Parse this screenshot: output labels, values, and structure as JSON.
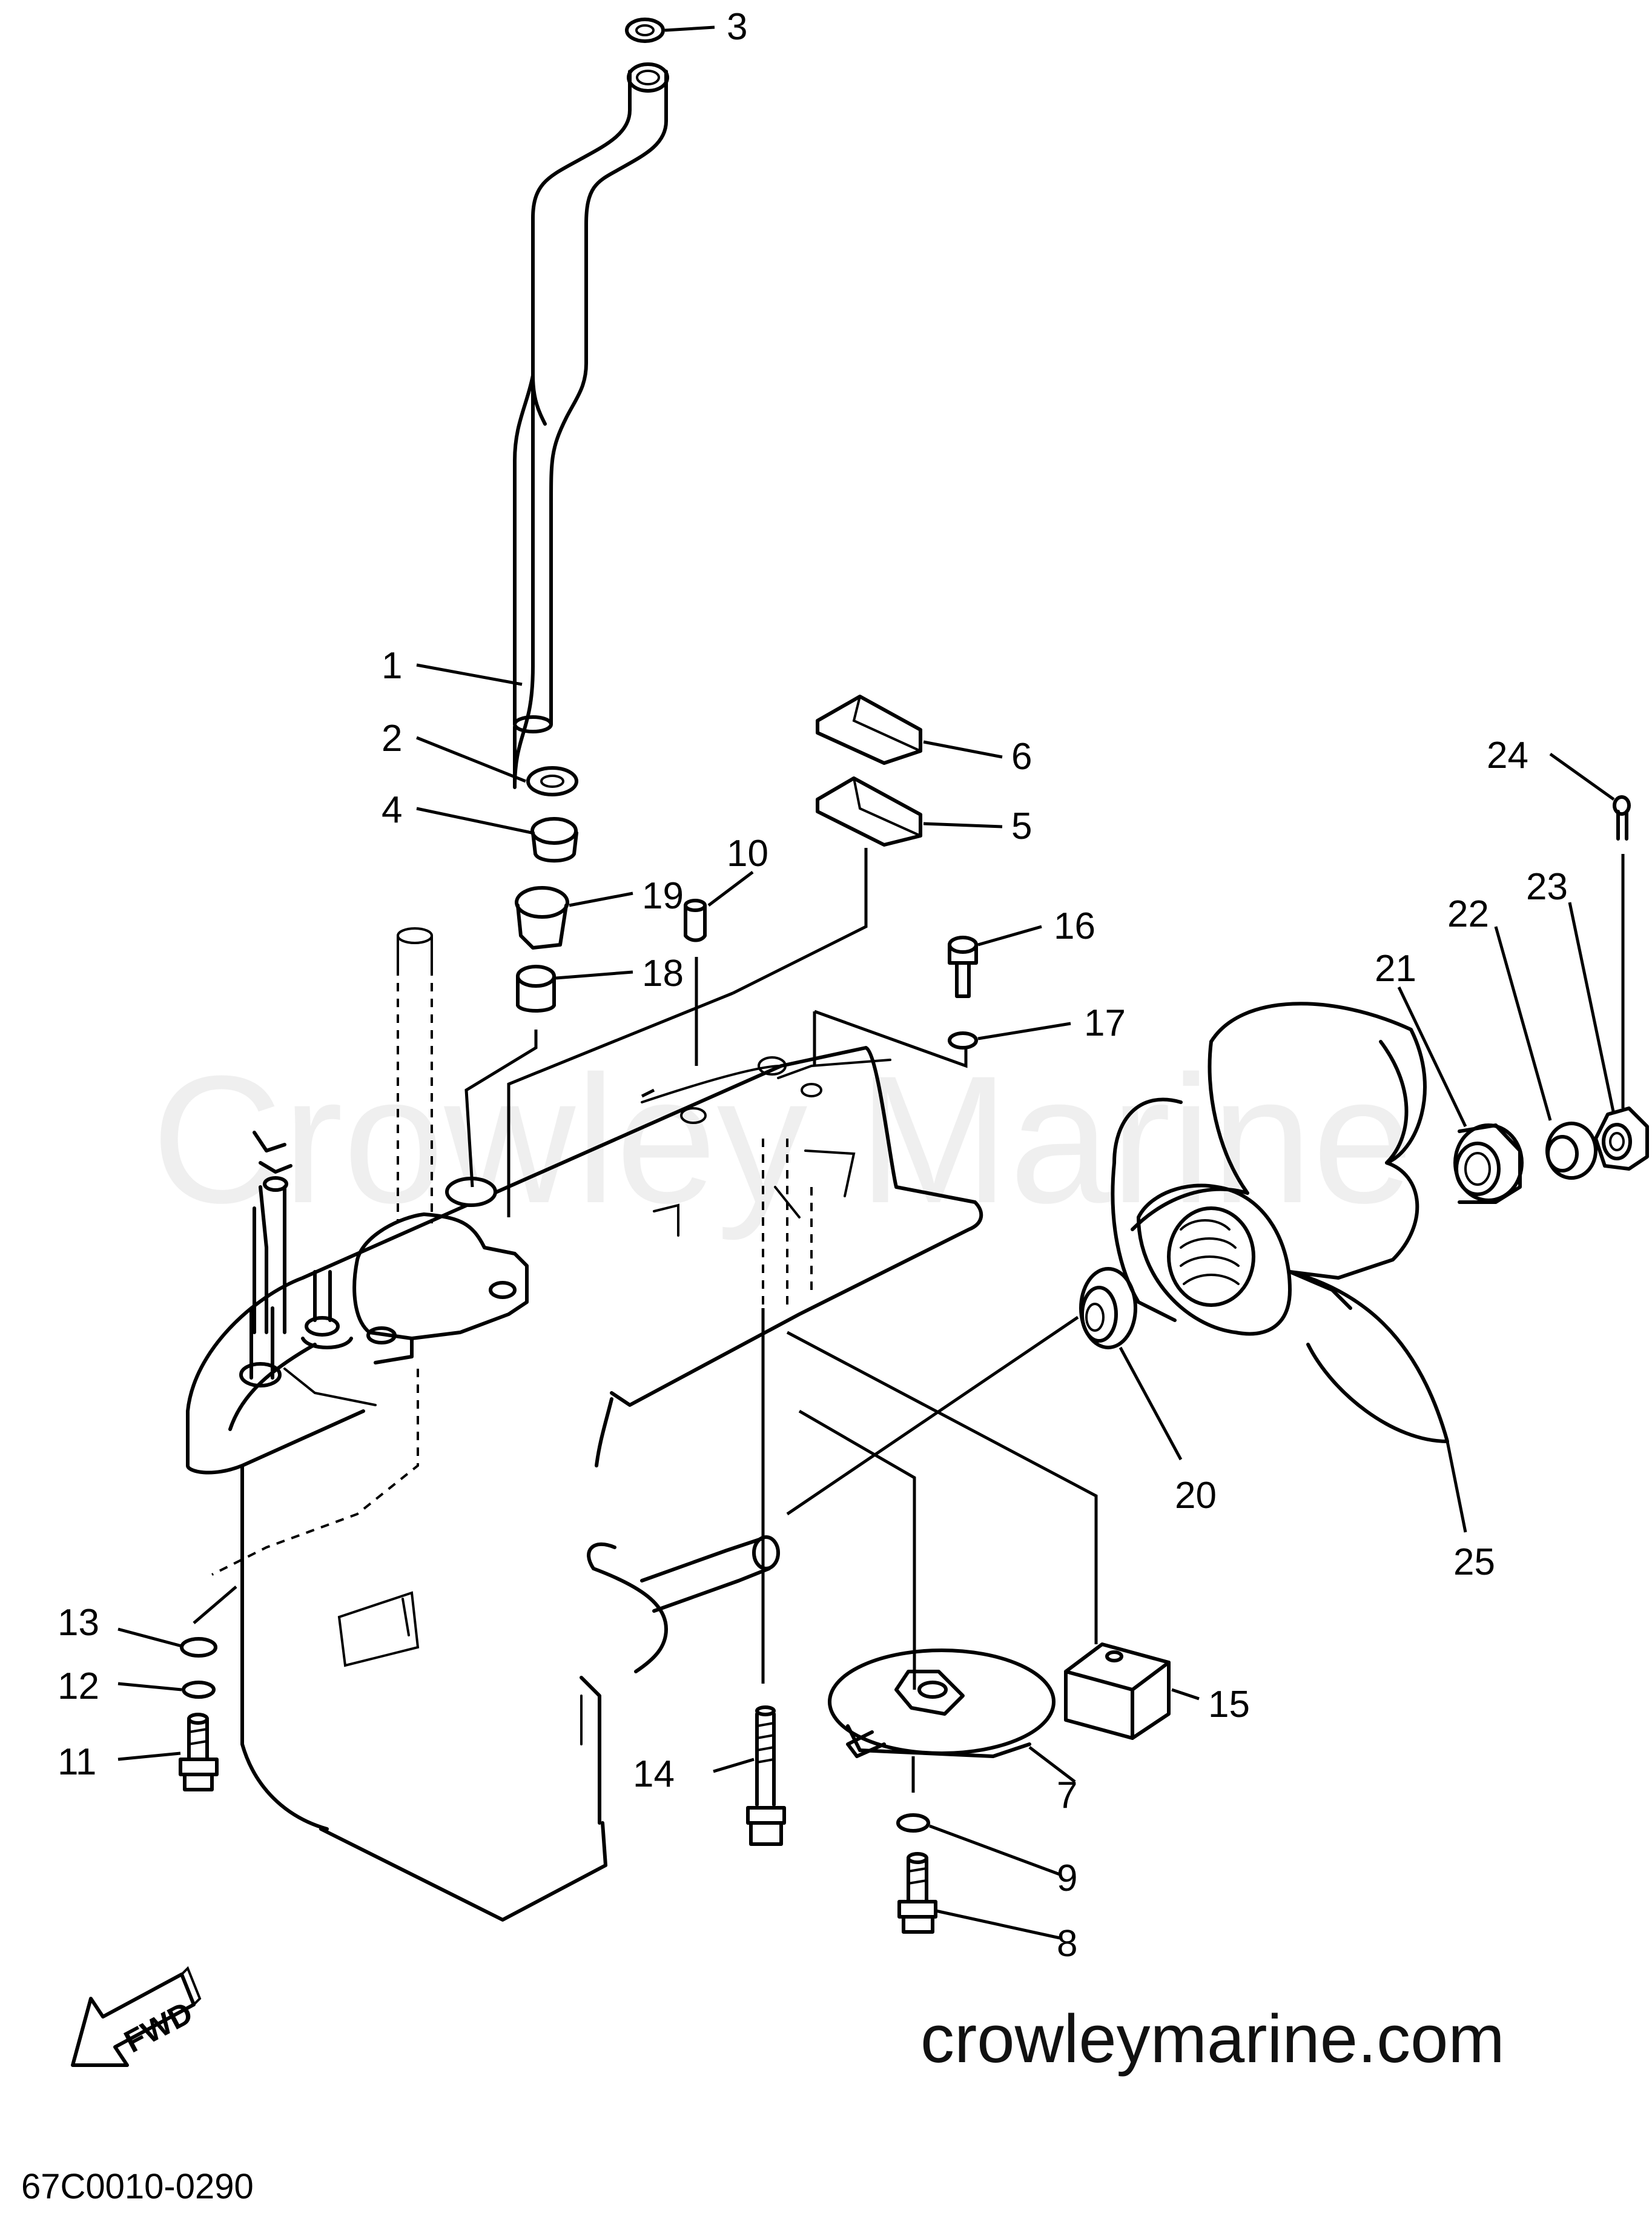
{
  "callouts": [
    {
      "id": "1",
      "label": "1"
    },
    {
      "id": "2",
      "label": "2"
    },
    {
      "id": "3",
      "label": "3"
    },
    {
      "id": "4",
      "label": "4"
    },
    {
      "id": "5",
      "label": "5"
    },
    {
      "id": "6",
      "label": "6"
    },
    {
      "id": "7",
      "label": "7"
    },
    {
      "id": "8",
      "label": "8"
    },
    {
      "id": "9",
      "label": "9"
    },
    {
      "id": "10",
      "label": "10"
    },
    {
      "id": "11",
      "label": "11"
    },
    {
      "id": "12",
      "label": "12"
    },
    {
      "id": "13",
      "label": "13"
    },
    {
      "id": "14",
      "label": "14"
    },
    {
      "id": "15",
      "label": "15"
    },
    {
      "id": "16",
      "label": "16"
    },
    {
      "id": "17",
      "label": "17"
    },
    {
      "id": "18",
      "label": "18"
    },
    {
      "id": "19",
      "label": "19"
    },
    {
      "id": "20",
      "label": "20"
    },
    {
      "id": "21",
      "label": "21"
    },
    {
      "id": "22",
      "label": "22"
    },
    {
      "id": "23",
      "label": "23"
    },
    {
      "id": "24",
      "label": "24"
    },
    {
      "id": "25",
      "label": "25"
    }
  ],
  "watermark": "Crowley Marine",
  "site_url": "crowleymarine.com",
  "diagram_code": "67C0010-0290",
  "direction_arrow": {
    "label": "FWD",
    "icon": "fwd-arrow-icon"
  }
}
